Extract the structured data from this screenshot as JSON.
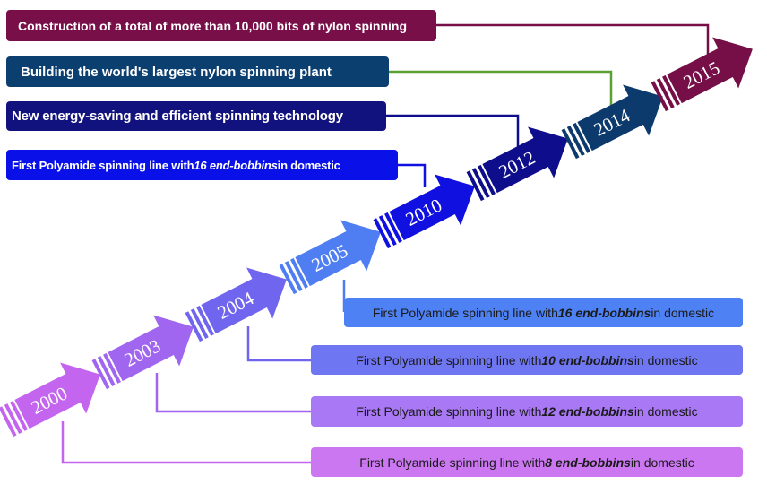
{
  "milestones": [
    {
      "year": "2000",
      "text_before": "First Polyamide spinning line with ",
      "emphasis": "8 end-bobbins",
      "text_after": " in domestic",
      "color": "#c465ef",
      "label_bg": "#cc77f2"
    },
    {
      "year": "2003",
      "text_before": "First Polyamide spinning line with ",
      "emphasis": "12 end-bobbins",
      "text_after": " in domestic",
      "color": "#a066f0",
      "label_bg": "#a878f5"
    },
    {
      "year": "2004",
      "text_before": "First Polyamide spinning line with ",
      "emphasis": "10 end-bobbins",
      "text_after": " in domestic",
      "color": "#7065ee",
      "label_bg": "#6f76f2"
    },
    {
      "year": "2005",
      "text_before": "First Polyamide spinning  line with ",
      "emphasis": "16 end-bobbins",
      "text_after": " in domestic",
      "color": "#4e7ef2",
      "label_bg": "#4e82f4"
    },
    {
      "year": "2010",
      "text_before": "First Polyamide spinning line with ",
      "emphasis": "16 end-bobbins",
      "text_after": " in domestic",
      "color": "#1010e0",
      "label_bg": "#0a10e8"
    },
    {
      "year": "2012",
      "text": "New energy-saving and efficient spinning technology",
      "color": "#0e0e8c",
      "label_bg": "#12127e"
    },
    {
      "year": "2014",
      "text": "Building the world's largest nylon spinning plant",
      "color": "#0c3a6c",
      "label_bg": "#0b3f70",
      "connector_color": "#5aa032"
    },
    {
      "year": "2015",
      "text": "Construction of a total of more than 10,000 bits of nylon spinning",
      "color": "#760f47",
      "label_bg": "#780f48"
    }
  ]
}
